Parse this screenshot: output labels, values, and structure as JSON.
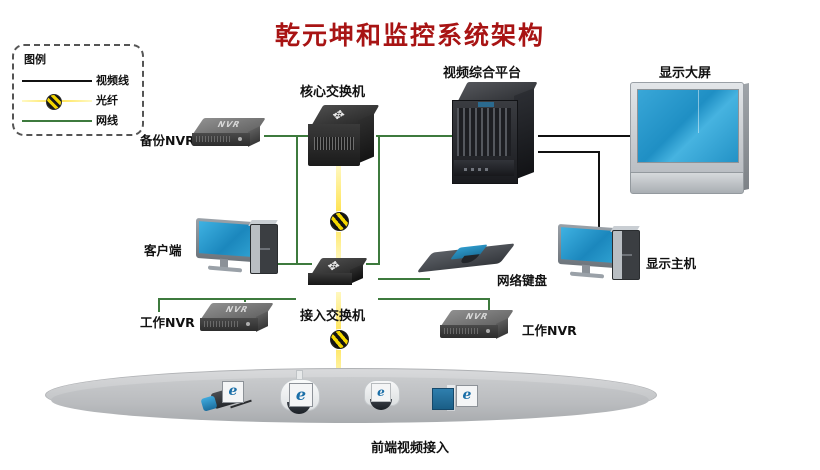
{
  "page": {
    "title": "乾元坤和监控系统架构",
    "title_color": "#a81414",
    "background": "#ffffff"
  },
  "legend": {
    "title": "图例",
    "items": [
      {
        "label": "视频线",
        "type": "video-line",
        "color": "#111111"
      },
      {
        "label": "光纤",
        "type": "fiber-line",
        "color": "#ffe24d"
      },
      {
        "label": "网线",
        "type": "network-line",
        "color": "#3d7a3d"
      }
    ]
  },
  "nodes": {
    "backup_nvr": {
      "label": "备份NVR",
      "device_tag": "NVR"
    },
    "core_switch": {
      "label": "核心交换机"
    },
    "video_platform": {
      "label": "视频综合平台"
    },
    "big_screen": {
      "label": "显示大屏"
    },
    "client": {
      "label": "客户端"
    },
    "access_switch": {
      "label": "接入交换机"
    },
    "network_keyboard": {
      "label": "网络键盘"
    },
    "display_host": {
      "label": "显示主机"
    },
    "work_nvr_left": {
      "label": "工作NVR",
      "device_tag": "NVR"
    },
    "work_nvr_right": {
      "label": "工作NVR",
      "device_tag": "NVR"
    },
    "frontend_access": {
      "label": "前端视频接入"
    }
  },
  "cameras": [
    {
      "name": "bullet-camera",
      "badge": "e"
    },
    {
      "name": "ptz-dome-camera",
      "badge": "e"
    },
    {
      "name": "fixed-dome-camera",
      "badge": "e"
    },
    {
      "name": "box-camera",
      "badge": "e"
    }
  ],
  "links": [
    {
      "from": "backup_nvr",
      "to": "core_switch",
      "type": "network-line"
    },
    {
      "from": "core_switch",
      "to": "video_platform",
      "type": "network-line"
    },
    {
      "from": "video_platform",
      "to": "big_screen",
      "type": "video-line"
    },
    {
      "from": "video_platform",
      "to": "display_host",
      "type": "video-line"
    },
    {
      "from": "core_switch",
      "to": "access_switch",
      "type": "fiber-line"
    },
    {
      "from": "client",
      "to": "access_switch",
      "type": "network-line"
    },
    {
      "from": "work_nvr_left",
      "to": "access_switch",
      "type": "network-line"
    },
    {
      "from": "work_nvr_right",
      "to": "access_switch",
      "type": "network-line"
    },
    {
      "from": "network_keyboard",
      "to": "access_switch",
      "type": "network-line"
    },
    {
      "from": "access_switch",
      "to": "frontend_access",
      "type": "fiber-line"
    }
  ]
}
